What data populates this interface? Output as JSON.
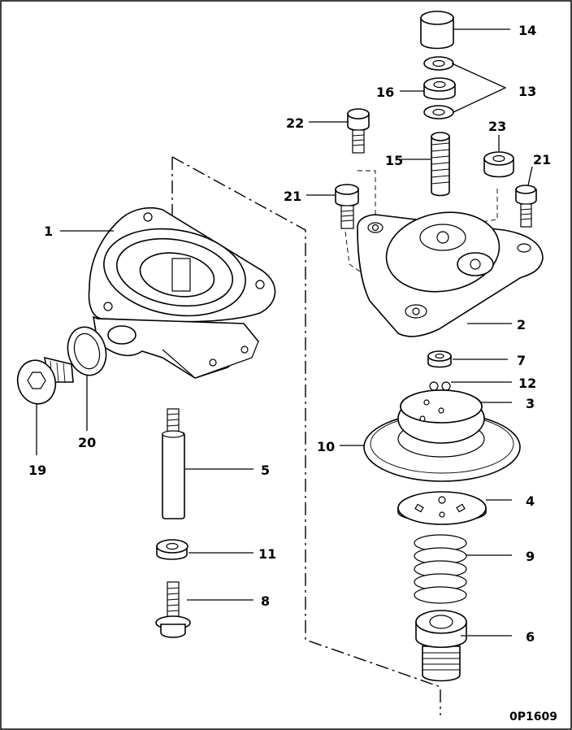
{
  "figure_code": "0P1609",
  "callouts": {
    "c1": "1",
    "c2": "2",
    "c3": "3",
    "c4": "4",
    "c5": "5",
    "c6": "6",
    "c7": "7",
    "c8": "8",
    "c9": "9",
    "c10": "10",
    "c11": "11",
    "c12": "12",
    "c13": "13",
    "c14": "14",
    "c15": "15",
    "c16": "16",
    "c19": "19",
    "c20": "20",
    "c21a": "21",
    "c21b": "21",
    "c22": "22",
    "c23": "23"
  }
}
